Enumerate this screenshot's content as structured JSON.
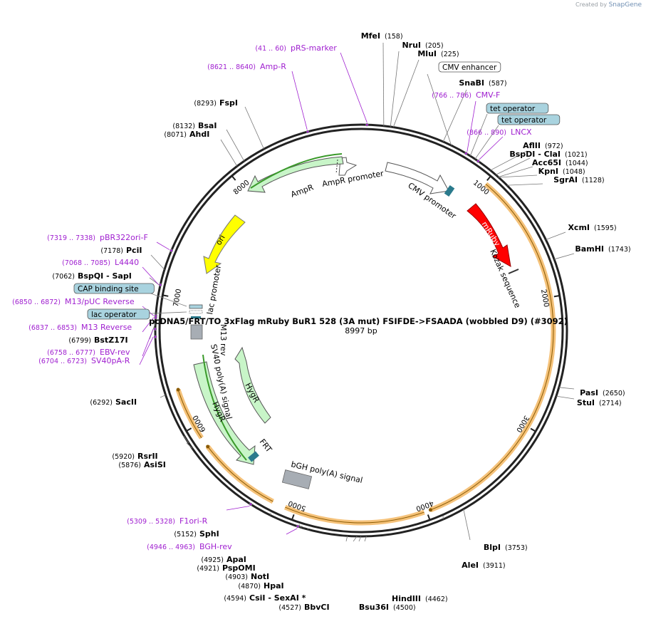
{
  "branding": {
    "created_by": "Created by",
    "brand": "SnapGene"
  },
  "plasmid": {
    "name": "pcDNA5/FRT/TO 3xFlag mRuby BuR1 528 (3A mut) FSIFDE->FSAADA (wobbled D9) (#3092)",
    "length_label": "8997 bp",
    "length": 8997
  },
  "tick_labels": [
    "1000",
    "2000",
    "3000",
    "4000",
    "5000",
    "6000",
    "7000",
    "8000"
  ],
  "enzymes": [
    {
      "name": "MfeI",
      "pos": "(158)"
    },
    {
      "name": "NruI",
      "pos": "(205)"
    },
    {
      "name": "MluI",
      "pos": "(225)"
    },
    {
      "name": "SnaBI",
      "pos": "(587)"
    },
    {
      "name": "AflII",
      "pos": "(972)"
    },
    {
      "name": "BspDI",
      "extra": "- ClaI",
      "pos": "(1021)"
    },
    {
      "name": "Acc65I",
      "pos": "(1044)"
    },
    {
      "name": "KpnI",
      "pos": "(1048)"
    },
    {
      "name": "SgrAI",
      "pos": "(1128)"
    },
    {
      "name": "XcmI",
      "pos": "(1595)"
    },
    {
      "name": "BamHI",
      "pos": "(1743)"
    },
    {
      "name": "PasI",
      "pos": "(2650)"
    },
    {
      "name": "StuI",
      "pos": "(2714)"
    },
    {
      "name": "BlpI",
      "pos": "(3753)"
    },
    {
      "name": "AleI",
      "pos": "(3911)"
    },
    {
      "name": "HindIII",
      "pos": "(4462)"
    },
    {
      "name": "Bsu36I",
      "pos": "(4500)"
    },
    {
      "name": "CsiI",
      "extra": "- SexAI *",
      "pos": "(4594)"
    },
    {
      "name": "BbvCI",
      "pos": "(4527)"
    },
    {
      "name": "HpaI",
      "pos": "(4870)"
    },
    {
      "name": "NotI",
      "pos": "(4903)"
    },
    {
      "name": "PspOMI",
      "pos": "(4921)"
    },
    {
      "name": "ApaI",
      "pos": "(4925)"
    },
    {
      "name": "SphI",
      "pos": "(5152)"
    },
    {
      "name": "AsiSI",
      "pos": "(5876)"
    },
    {
      "name": "RsrII",
      "pos": "(5920)"
    },
    {
      "name": "SacII",
      "pos": "(6292)"
    },
    {
      "name": "BstZ17I",
      "pos": "(6799)"
    },
    {
      "name": "BspQI",
      "extra": "- SapI",
      "pos": "(7062)"
    },
    {
      "name": "PciI",
      "pos": "(7178)"
    },
    {
      "name": "AhdI",
      "pos": "(8071)"
    },
    {
      "name": "BsaI",
      "pos": "(8132)"
    },
    {
      "name": "FspI",
      "pos": "(8293)"
    }
  ],
  "primers": [
    {
      "name": "pRS-marker",
      "range": "(41 .. 60)"
    },
    {
      "name": "Amp-R",
      "range": "(8621 .. 8640)"
    },
    {
      "name": "CMV-F",
      "range": "(766 .. 786)"
    },
    {
      "name": "LNCX",
      "range": "(866 .. 890)"
    },
    {
      "name": "pBR322ori-F",
      "range": "(7319 .. 7338)"
    },
    {
      "name": "L4440",
      "range": "(7068 .. 7085)"
    },
    {
      "name": "M13/pUC Reverse",
      "range": "(6850 .. 6872)"
    },
    {
      "name": "M13 Reverse",
      "range": "(6837 .. 6853)"
    },
    {
      "name": "EBV-rev",
      "range": "(6758 .. 6777)"
    },
    {
      "name": "SV40pA-R",
      "range": "(6704 .. 6723)"
    },
    {
      "name": "F1ori-R",
      "range": "(5309 .. 5328)"
    },
    {
      "name": "BGH-rev",
      "range": "(4946 .. 4963)"
    }
  ],
  "boxed_features": [
    {
      "name": "CMV enhancer",
      "style": "white"
    },
    {
      "name": "tet operator",
      "style": "blue"
    },
    {
      "name": "tet operator",
      "style": "blue"
    },
    {
      "name": "CAP binding site",
      "style": "blue"
    },
    {
      "name": "lac operator",
      "style": "blue"
    }
  ],
  "features": {
    "cmv_promoter": "CMV promoter",
    "mruby": "mRuby",
    "kozak": "Kozak sequence",
    "ampr": "AmpR",
    "ampr_promoter": "AmpR promoter",
    "ori": "ori",
    "lac_promoter": "lac promoter",
    "m13_rev": "M13 rev",
    "sv40": "SV40 poly(A) signal",
    "hygr_inner": "HygR",
    "hygr_outer": "HygR",
    "frt": "FRT",
    "bgh": "bGH poly(A) signal"
  },
  "colors": {
    "primer": "#a020d0",
    "cds_green": "#c8f5c8",
    "orange_band": "#f5c27a",
    "mruby_red": "#ff0000",
    "ori_yellow": "#ffff00",
    "box_blue": "#a9d3df",
    "polyA_grey": "#a7adb4",
    "teal": "#2a7a8c"
  }
}
